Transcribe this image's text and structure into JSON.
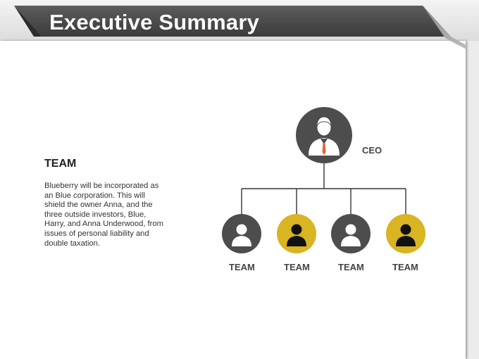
{
  "header": {
    "title": "Executive Summary"
  },
  "team_section": {
    "heading": "TEAM",
    "description": "Blueberry will be incorporated as an Blue corporation. This will shield the owner Anna, and the three outside investors, Blue, Harry, and Anna Underwood, from issues of personal liability and double taxation."
  },
  "org_chart": {
    "ceo": {
      "label": "CEO",
      "icon": "businessman-icon"
    },
    "members": [
      {
        "label": "TEAM",
        "icon": "person-icon",
        "color": "#4d4d4d"
      },
      {
        "label": "TEAM",
        "icon": "person-icon",
        "color": "#d9b423"
      },
      {
        "label": "TEAM",
        "icon": "person-icon",
        "color": "#4d4d4d"
      },
      {
        "label": "TEAM",
        "icon": "person-icon",
        "color": "#d9b423"
      }
    ]
  },
  "colors": {
    "dark": "#4d4d4d",
    "gold": "#d9b423",
    "tie": "#e8642c",
    "connector": "#333333"
  }
}
